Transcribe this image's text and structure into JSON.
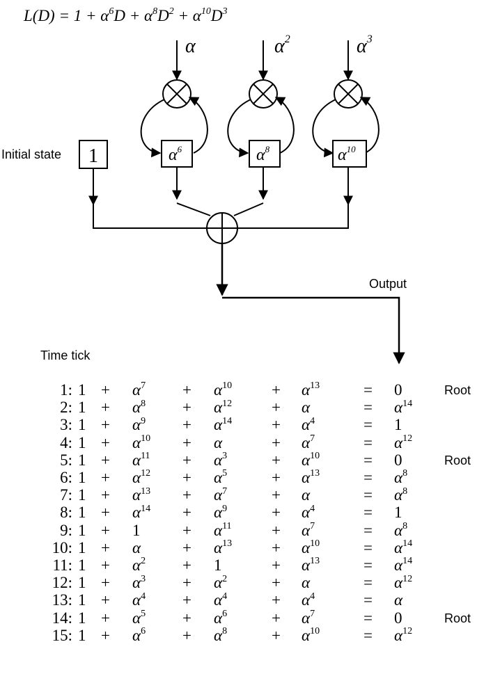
{
  "equation": {
    "lhs": "L(D)",
    "rhs_parts": [
      "1",
      "+",
      "α",
      "6",
      "D",
      "+",
      "α",
      "8",
      "D",
      "2",
      "+",
      "α",
      "10",
      "D",
      "3"
    ]
  },
  "inputs": [
    {
      "base": "α",
      "exp": ""
    },
    {
      "base": "α",
      "exp": "2"
    },
    {
      "base": "α",
      "exp": "3"
    }
  ],
  "registers": [
    {
      "base": "α",
      "exp": "6"
    },
    {
      "base": "α",
      "exp": "8"
    },
    {
      "base": "α",
      "exp": "10"
    }
  ],
  "initial_state": {
    "label": "Initial state",
    "value": "1"
  },
  "output_label": "Output",
  "time_tick_label": "Time tick",
  "rows": [
    {
      "tick": "1:",
      "t0": "1",
      "t1": {
        "b": "α",
        "e": "7"
      },
      "t2": {
        "b": "α",
        "e": "10"
      },
      "t3": {
        "b": "α",
        "e": "13"
      },
      "res": {
        "b": "0",
        "e": ""
      },
      "note": "Root"
    },
    {
      "tick": "2:",
      "t0": "1",
      "t1": {
        "b": "α",
        "e": "8"
      },
      "t2": {
        "b": "α",
        "e": "12"
      },
      "t3": {
        "b": "α",
        "e": ""
      },
      "res": {
        "b": "α",
        "e": "14"
      },
      "note": ""
    },
    {
      "tick": "3:",
      "t0": "1",
      "t1": {
        "b": "α",
        "e": "9"
      },
      "t2": {
        "b": "α",
        "e": "14"
      },
      "t3": {
        "b": "α",
        "e": "4"
      },
      "res": {
        "b": "1",
        "e": ""
      },
      "note": ""
    },
    {
      "tick": "4:",
      "t0": "1",
      "t1": {
        "b": "α",
        "e": "10"
      },
      "t2": {
        "b": "α",
        "e": ""
      },
      "t3": {
        "b": "α",
        "e": "7"
      },
      "res": {
        "b": "α",
        "e": "12"
      },
      "note": ""
    },
    {
      "tick": "5:",
      "t0": "1",
      "t1": {
        "b": "α",
        "e": "11"
      },
      "t2": {
        "b": "α",
        "e": "3"
      },
      "t3": {
        "b": "α",
        "e": "10"
      },
      "res": {
        "b": "0",
        "e": ""
      },
      "note": "Root"
    },
    {
      "tick": "6:",
      "t0": "1",
      "t1": {
        "b": "α",
        "e": "12"
      },
      "t2": {
        "b": "α",
        "e": "5"
      },
      "t3": {
        "b": "α",
        "e": "13"
      },
      "res": {
        "b": "α",
        "e": "8"
      },
      "note": ""
    },
    {
      "tick": "7:",
      "t0": "1",
      "t1": {
        "b": "α",
        "e": "13"
      },
      "t2": {
        "b": "α",
        "e": "7"
      },
      "t3": {
        "b": "α",
        "e": ""
      },
      "res": {
        "b": "α",
        "e": "8"
      },
      "note": ""
    },
    {
      "tick": "8:",
      "t0": "1",
      "t1": {
        "b": "α",
        "e": "14"
      },
      "t2": {
        "b": "α",
        "e": "9"
      },
      "t3": {
        "b": "α",
        "e": "4"
      },
      "res": {
        "b": "1",
        "e": ""
      },
      "note": ""
    },
    {
      "tick": "9:",
      "t0": "1",
      "t1": {
        "b": "1",
        "e": ""
      },
      "t2": {
        "b": "α",
        "e": "11"
      },
      "t3": {
        "b": "α",
        "e": "7"
      },
      "res": {
        "b": "α",
        "e": "8"
      },
      "note": ""
    },
    {
      "tick": "10:",
      "t0": "1",
      "t1": {
        "b": "α",
        "e": ""
      },
      "t2": {
        "b": "α",
        "e": "13"
      },
      "t3": {
        "b": "α",
        "e": "10"
      },
      "res": {
        "b": "α",
        "e": "14"
      },
      "note": ""
    },
    {
      "tick": "11:",
      "t0": "1",
      "t1": {
        "b": "α",
        "e": "2"
      },
      "t2": {
        "b": "1",
        "e": ""
      },
      "t3": {
        "b": "α",
        "e": "13"
      },
      "res": {
        "b": "α",
        "e": "14"
      },
      "note": ""
    },
    {
      "tick": "12:",
      "t0": "1",
      "t1": {
        "b": "α",
        "e": "3"
      },
      "t2": {
        "b": "α",
        "e": "2"
      },
      "t3": {
        "b": "α",
        "e": ""
      },
      "res": {
        "b": "α",
        "e": "12"
      },
      "note": ""
    },
    {
      "tick": "13:",
      "t0": "1",
      "t1": {
        "b": "α",
        "e": "4"
      },
      "t2": {
        "b": "α",
        "e": "4"
      },
      "t3": {
        "b": "α",
        "e": "4"
      },
      "res": {
        "b": "α",
        "e": ""
      },
      "note": ""
    },
    {
      "tick": "14:",
      "t0": "1",
      "t1": {
        "b": "α",
        "e": "5"
      },
      "t2": {
        "b": "α",
        "e": "6"
      },
      "t3": {
        "b": "α",
        "e": "7"
      },
      "res": {
        "b": "0",
        "e": ""
      },
      "note": "Root"
    },
    {
      "tick": "15:",
      "t0": "1",
      "t1": {
        "b": "α",
        "e": "6"
      },
      "t2": {
        "b": "α",
        "e": "8"
      },
      "t3": {
        "b": "α",
        "e": "10"
      },
      "res": {
        "b": "α",
        "e": "12"
      },
      "note": ""
    }
  ],
  "symbols": {
    "plus": "+",
    "equals": "="
  }
}
